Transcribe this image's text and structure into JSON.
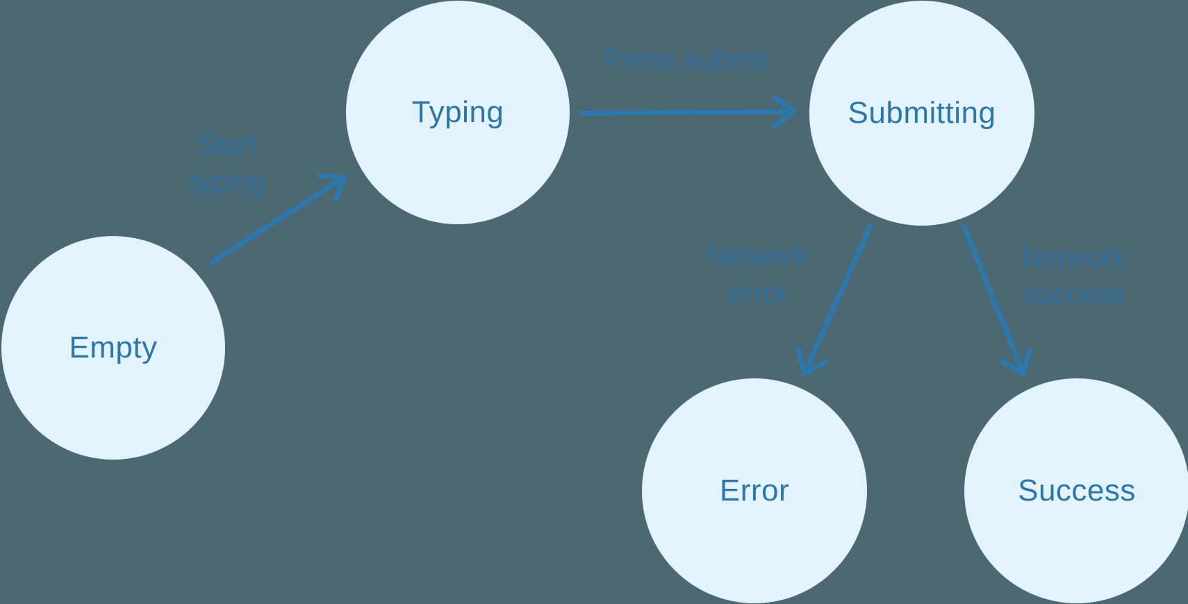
{
  "diagram": {
    "type": "state-machine",
    "nodes": [
      {
        "id": "empty",
        "label": "Empty"
      },
      {
        "id": "typing",
        "label": "Typing"
      },
      {
        "id": "submitting",
        "label": "Submitting"
      },
      {
        "id": "error",
        "label": "Error"
      },
      {
        "id": "success",
        "label": "Success"
      }
    ],
    "edges": [
      {
        "id": "start-typing",
        "from": "empty",
        "to": "typing",
        "label": "Start typing",
        "lines": [
          "Start",
          "typing"
        ]
      },
      {
        "id": "press-submit",
        "from": "typing",
        "to": "submitting",
        "label": "Press submit",
        "lines": [
          "Press submit"
        ]
      },
      {
        "id": "network-error",
        "from": "submitting",
        "to": "error",
        "label": "Network error",
        "lines": [
          "Network",
          "error"
        ]
      },
      {
        "id": "network-success",
        "from": "submitting",
        "to": "success",
        "label": "Network success",
        "lines": [
          "Network",
          "success"
        ]
      }
    ],
    "colors": {
      "background": "#4c6872",
      "node_fill": "#e3f3fc",
      "node_text": "#2d76a8",
      "edge_stroke": "#2e77ad",
      "edge_label_text": "#2f6f9e"
    }
  }
}
